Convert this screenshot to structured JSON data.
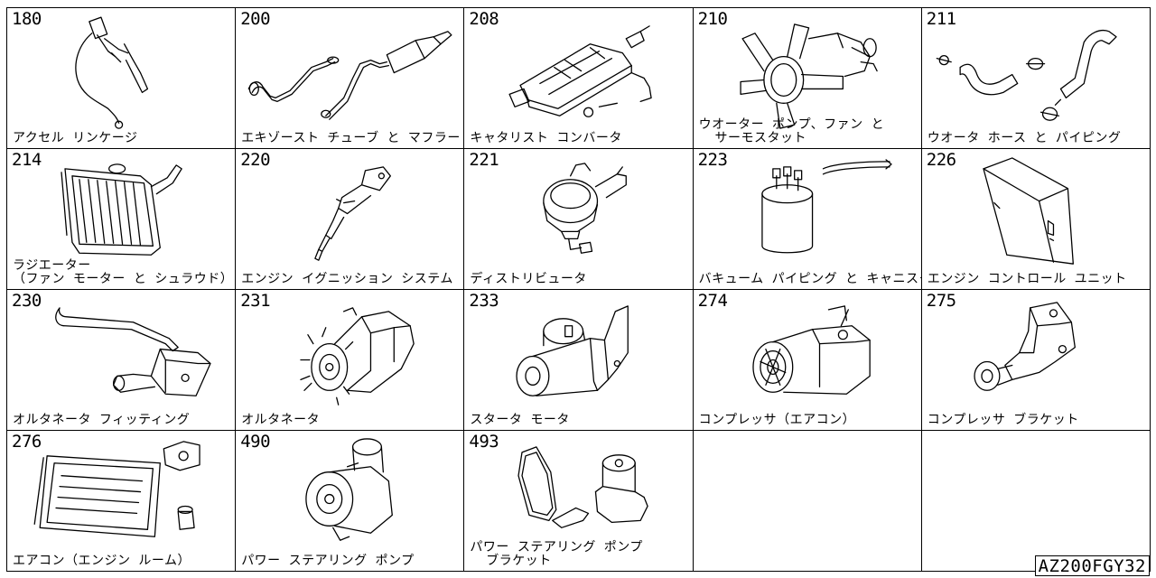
{
  "grid": {
    "cells": [
      {
        "number": "180",
        "label": "アクセル リンケージ",
        "icon": "accelerator-linkage-icon"
      },
      {
        "number": "200",
        "label": "エキゾースト チューブ と マフラー",
        "icon": "exhaust-muffler-icon"
      },
      {
        "number": "208",
        "label": "キャタリスト コンバータ",
        "icon": "catalytic-converter-icon"
      },
      {
        "number": "210",
        "label": "ウオーター ポンプ、ファン と\n  サーモスタット",
        "icon": "water-pump-fan-icon"
      },
      {
        "number": "211",
        "label": "ウオータ ホース と パイピング",
        "icon": "water-hose-icon"
      },
      {
        "number": "214",
        "label": "ラジエーター\n（ファン モーター と シュラウド）",
        "icon": "radiator-icon"
      },
      {
        "number": "220",
        "label": "エンジン イグニッション システム",
        "icon": "ignition-coil-icon"
      },
      {
        "number": "221",
        "label": "ディストリビュータ",
        "icon": "distributor-icon"
      },
      {
        "number": "223",
        "label": "バキューム パイピング と キャニスタ",
        "icon": "vacuum-canister-icon"
      },
      {
        "number": "226",
        "label": "エンジン コントロール ユニット",
        "icon": "control-unit-icon"
      },
      {
        "number": "230",
        "label": "オルタネータ フィッティング",
        "icon": "alternator-bracket-icon"
      },
      {
        "number": "231",
        "label": "オルタネータ",
        "icon": "alternator-icon"
      },
      {
        "number": "233",
        "label": "スタータ モータ",
        "icon": "starter-motor-icon"
      },
      {
        "number": "274",
        "label": "コンプレッサ（エアコン）",
        "icon": "ac-compressor-icon"
      },
      {
        "number": "275",
        "label": "コンプレッサ ブラケット",
        "icon": "compressor-bracket-icon"
      },
      {
        "number": "276",
        "label": "エアコン（エンジン ルーム）",
        "icon": "ac-condenser-icon"
      },
      {
        "number": "490",
        "label": "パワー ステアリング ポンプ",
        "icon": "power-steering-pump-icon"
      },
      {
        "number": "493",
        "label": "パワー ステアリング ポンプ\n  ブラケット",
        "icon": "steering-pump-bracket-icon"
      },
      {
        "number": "",
        "label": "",
        "icon": ""
      },
      {
        "number": "",
        "label": "",
        "icon": ""
      }
    ]
  },
  "footer": {
    "code": "AZ200FGY32"
  }
}
